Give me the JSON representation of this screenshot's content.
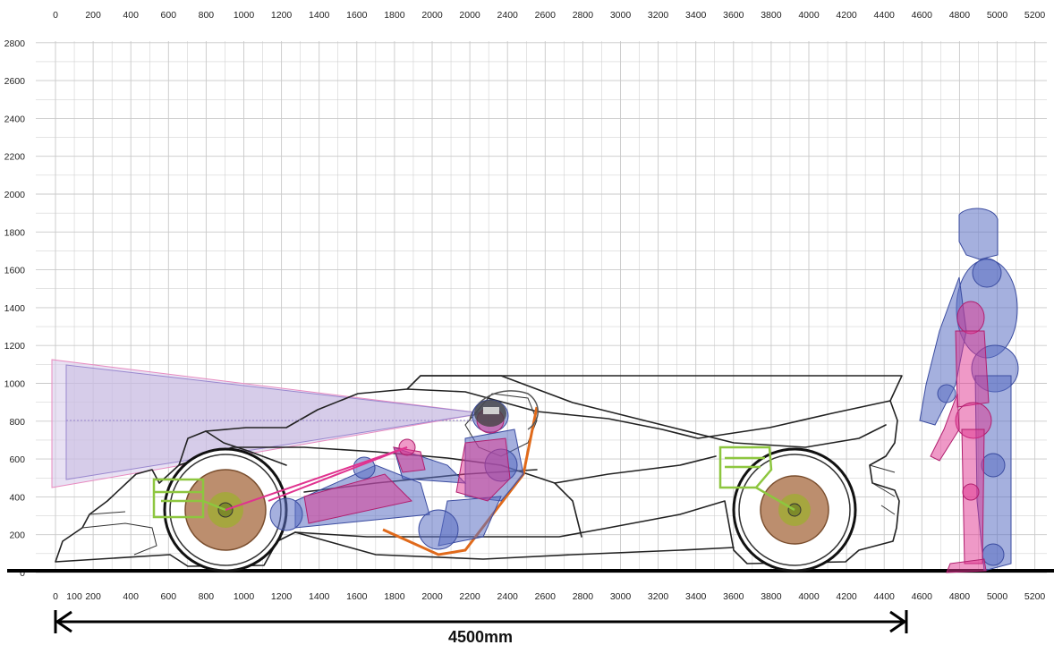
{
  "x_axis_ticks": [
    "0",
    "200",
    "400",
    "600",
    "800",
    "1000",
    "1200",
    "1400",
    "1600",
    "1800",
    "2000",
    "2000",
    "2400",
    "2600",
    "2800",
    "3000",
    "3200",
    "3400",
    "3600",
    "3800",
    "4000",
    "4200",
    "4400",
    "4600",
    "4800",
    "5000",
    "5200"
  ],
  "x_axis_bottom_ticks": [
    "0",
    "100",
    "200",
    "400",
    "600",
    "800",
    "1000",
    "1200",
    "1400",
    "1600",
    "1800",
    "2000",
    "2200",
    "2400",
    "2600",
    "2800",
    "3000",
    "3200",
    "3400",
    "3600",
    "3800",
    "4000",
    "4200",
    "4400",
    "4600",
    "4800",
    "5000",
    "5200"
  ],
  "y_axis_ticks": [
    "0",
    "200",
    "400",
    "600",
    "800",
    "1000",
    "1200",
    "1400",
    "1600",
    "1800",
    "2000",
    "2200",
    "2400",
    "2600",
    "2800"
  ],
  "dimension_label": "4500mm",
  "colors": {
    "grid": "#c9c9c9",
    "vehicle_outline": "#222222",
    "occupant_blue": "#5b6fc2",
    "occupant_pink": "#e0338f",
    "wheel_hub": "#b07a55",
    "suspension_green": "#8dc63f",
    "roll_structure": "#e06a1b",
    "vision_cone": "#c9b8e0"
  }
}
